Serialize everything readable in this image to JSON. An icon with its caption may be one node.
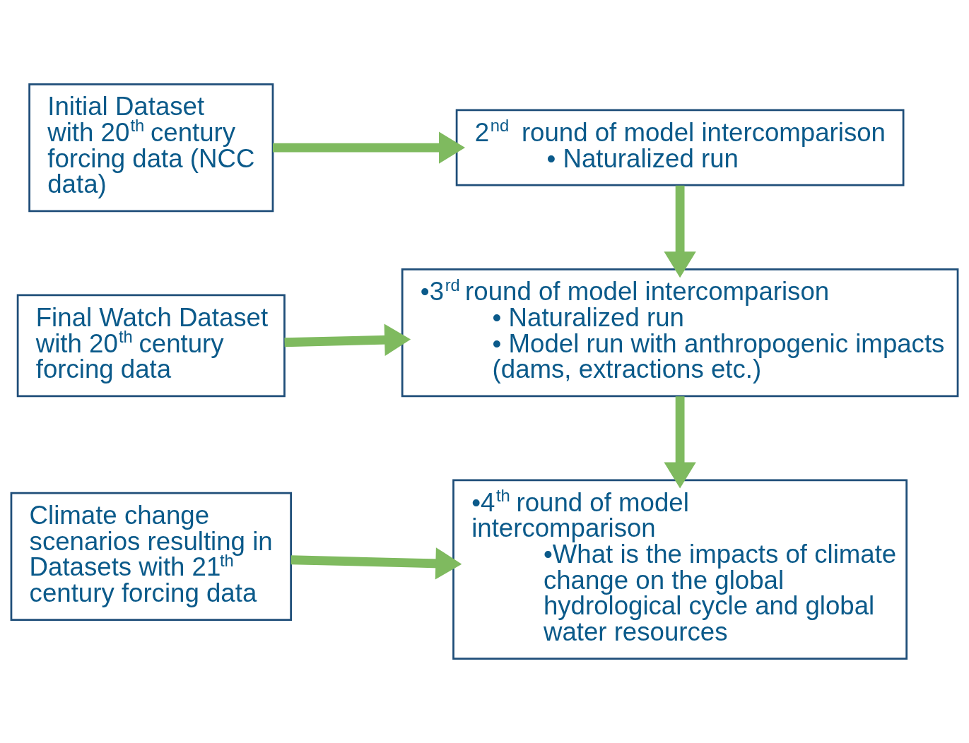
{
  "diagram": {
    "nodes": [
      {
        "text": [
          "Initial Dataset with 20$^{th}$ century forcing data (NCC data)"
        ]
      },
      {
        "text": [
          "2$^{nd}$  round of model intercomparison",
          "• Naturalized run"
        ]
      },
      {
        "text": [
          "Final Watch Dataset with 20$^{th}$ century forcing data"
        ]
      },
      {
        "text": [
          "•3$^{rd}$ round of model intercomparison",
          "• Naturalized run",
          "• Model run with anthropogenic impacts (dams, extractions etc.)"
        ]
      },
      {
        "text": [
          "Climate change scenarios resulting in Datasets with 21$^{th}$ century forcing data"
        ]
      },
      {
        "text": [
          "•4$^{th}$ round of model intercomparison",
          "•What is the impacts of climate change on the global hydrological cycle and global water resources"
        ]
      }
    ],
    "edges": [
      {
        "from": 0,
        "to": 1,
        "arrow": "to"
      },
      {
        "from": 1,
        "to": 3,
        "arrow": "to"
      },
      {
        "from": 2,
        "to": 3,
        "arrow": "to"
      },
      {
        "from": 3,
        "to": 5,
        "arrow": "to"
      },
      {
        "from": 4,
        "to": 5,
        "arrow": "to"
      }
    ]
  }
}
